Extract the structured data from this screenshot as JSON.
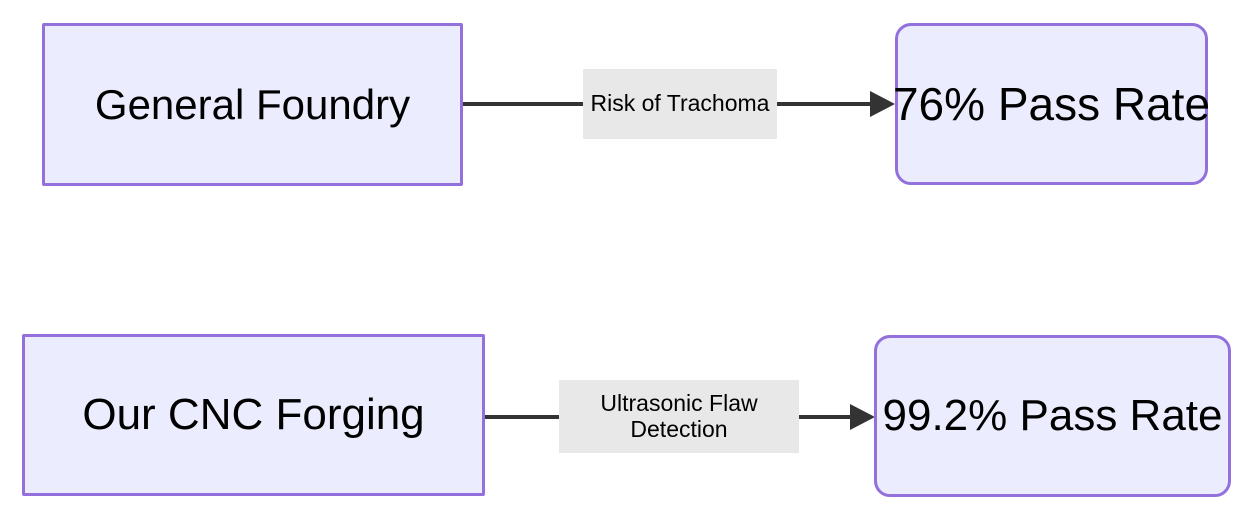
{
  "diagram": {
    "type": "flowchart",
    "direction": "left-to-right",
    "colors": {
      "node_fill": "#ECECFF",
      "node_border": "#9370DB",
      "edge_label_background": "#E8E8E8",
      "edge_line": "#333333",
      "text": "#000000",
      "canvas_background": "#FFFFFF"
    },
    "flows": [
      {
        "source": "General Foundry",
        "edge_label": "Risk of Trachoma",
        "target": "76% Pass Rate"
      },
      {
        "source": "Our CNC Forging",
        "edge_label": "Ultrasonic Flaw Detection",
        "target": "99.2% Pass Rate"
      }
    ]
  }
}
